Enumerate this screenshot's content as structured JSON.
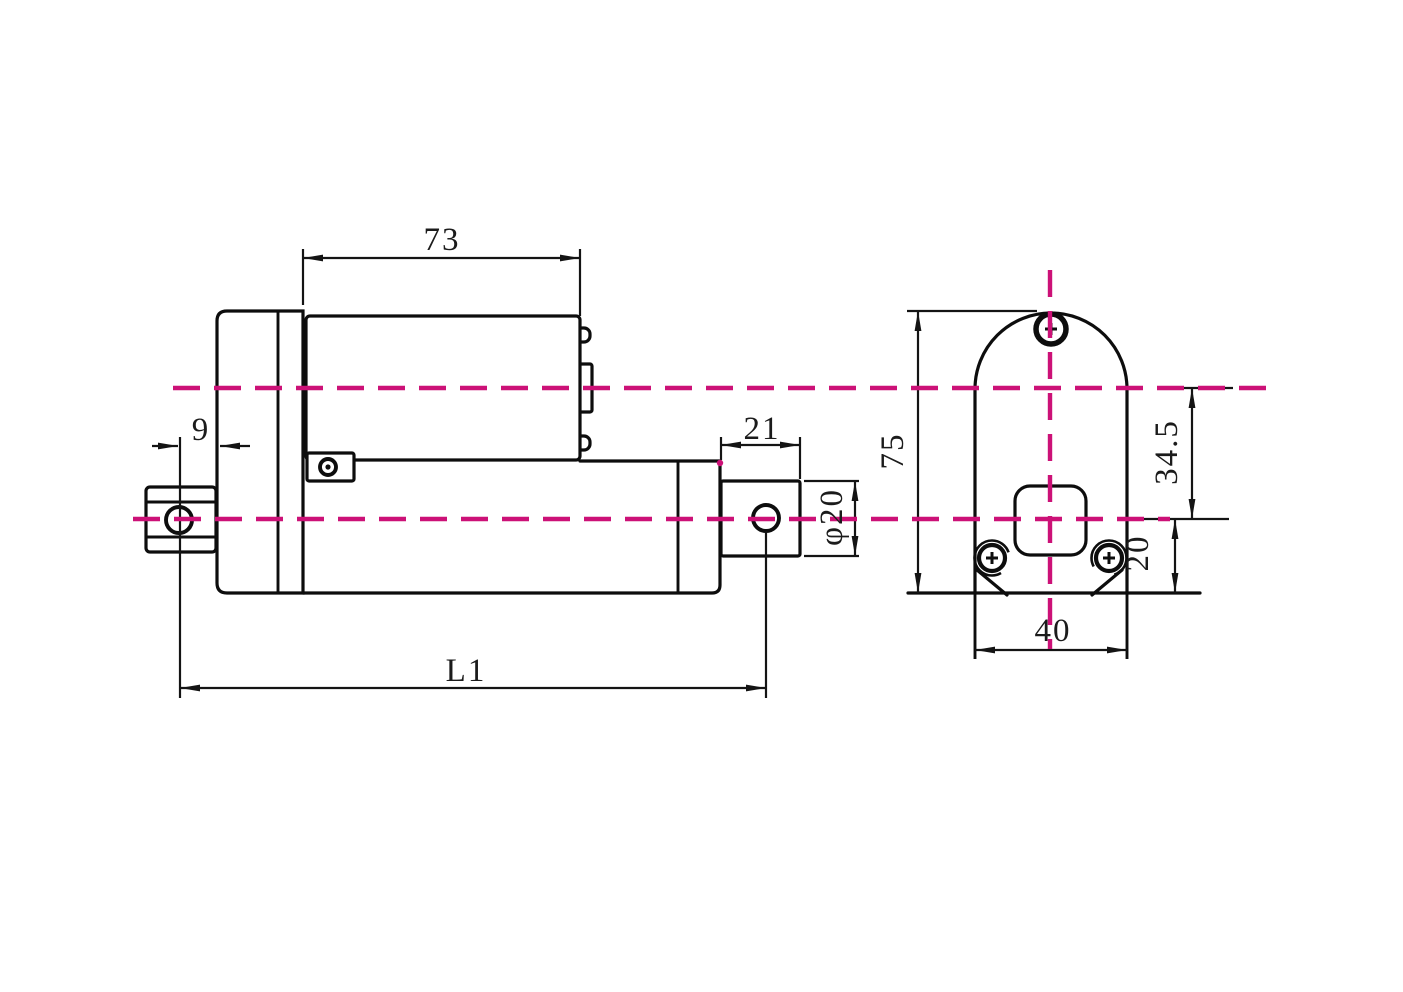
{
  "drawing": {
    "title": "linear-actuator-dimension-drawing",
    "colors": {
      "line": "#0d0d0d",
      "centerline": "#cc1177",
      "background": "#ffffff"
    },
    "dims": {
      "motor_length": "73",
      "rear_clevis_offset": "9",
      "rod_end_length": "21",
      "rod_end_diameter": "φ20",
      "hole_to_hole_length": "L1",
      "body_height": "75",
      "axis_to_hole": "34.5",
      "hole_to_base": "20",
      "body_width": "40"
    }
  }
}
